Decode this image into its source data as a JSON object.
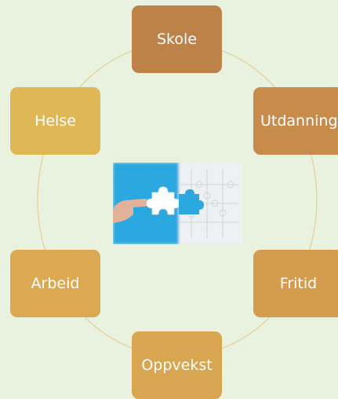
{
  "diagram": {
    "nodes": [
      {
        "label": "Skole",
        "color": "#bd8248"
      },
      {
        "label": "Utdanning",
        "color": "#c78c4b"
      },
      {
        "label": "Fritid",
        "color": "#d49c4d"
      },
      {
        "label": "Oppvekst",
        "color": "#d8a550"
      },
      {
        "label": "Arbeid",
        "color": "#dca851"
      },
      {
        "label": "Helse",
        "color": "#dfb755"
      }
    ],
    "ring_color": "#e3cf9a",
    "center_image": "puzzle-piece-hand-photo"
  }
}
